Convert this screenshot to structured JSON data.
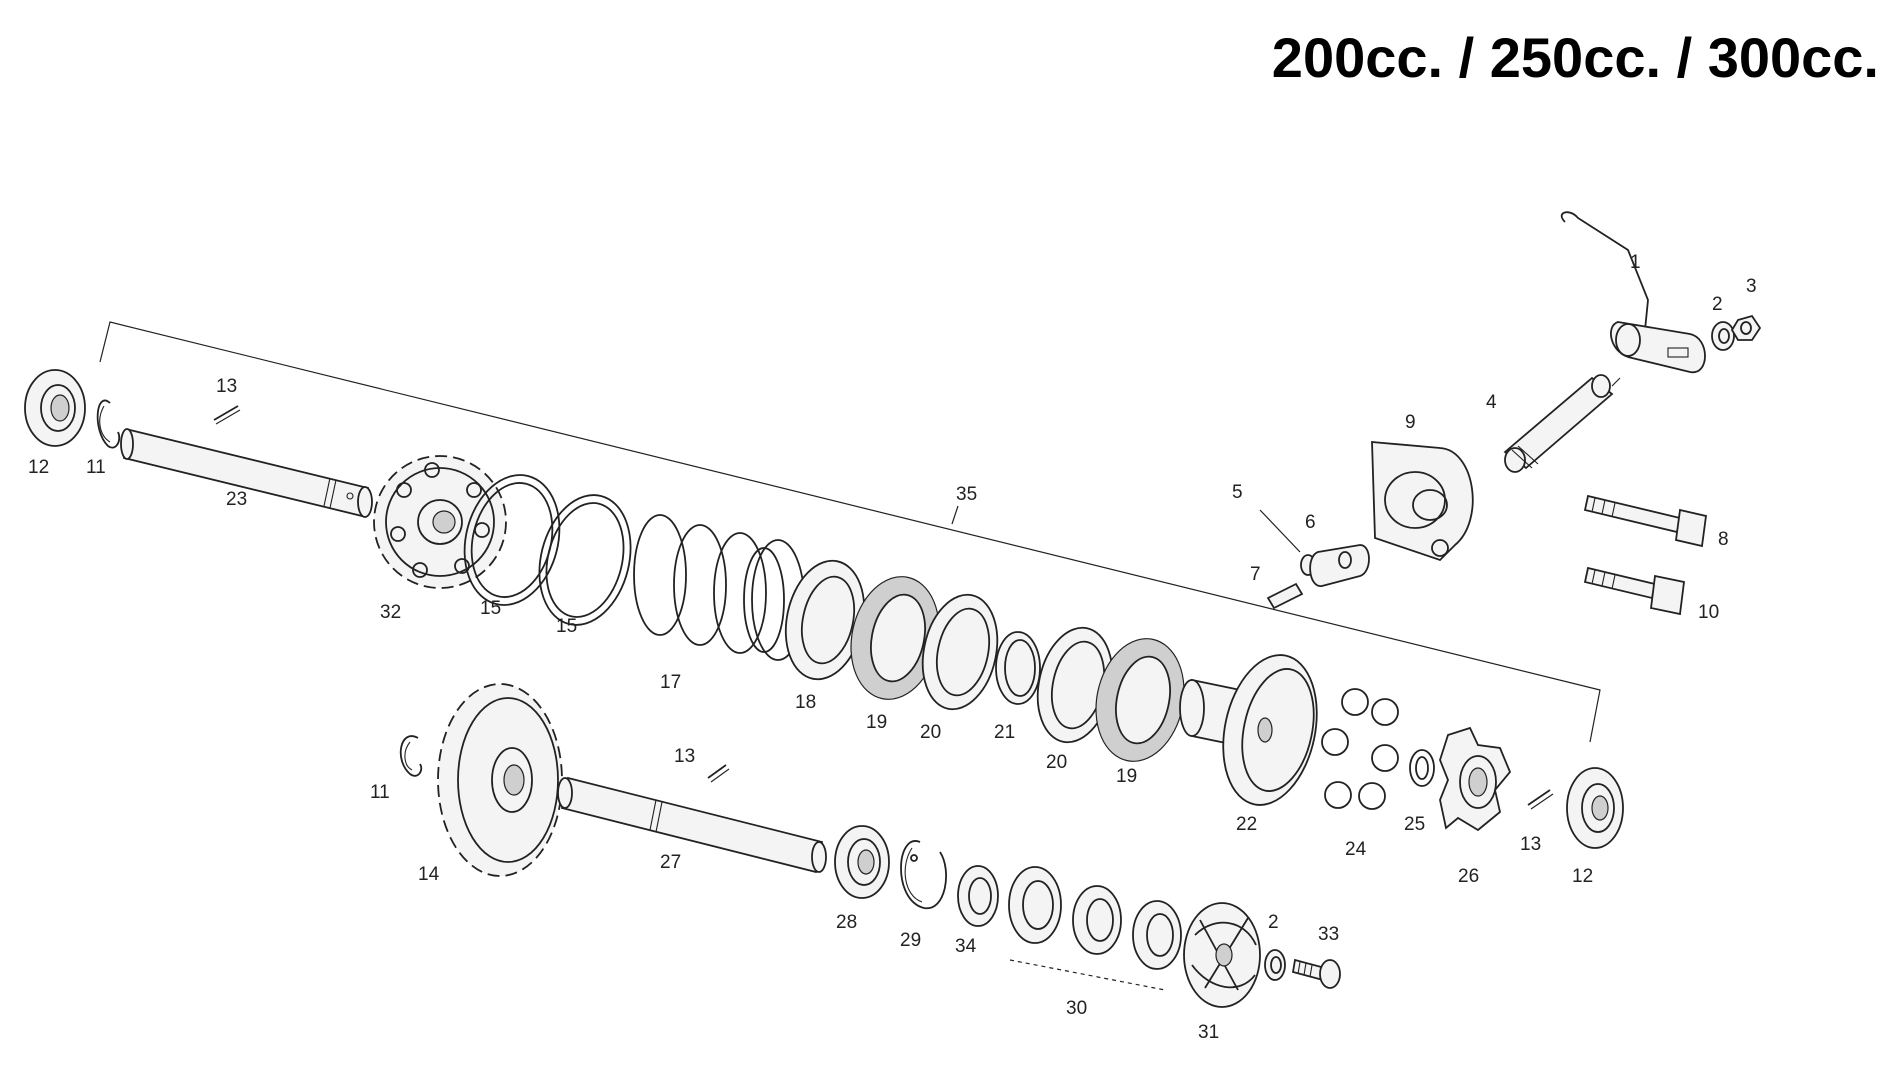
{
  "title": "200cc. / 250cc. / 300cc.",
  "labels": {
    "l1": "1",
    "l2a": "2",
    "l2b": "2",
    "l3": "3",
    "l4": "4",
    "l5": "5",
    "l6": "6",
    "l7": "7",
    "l8": "8",
    "l9": "9",
    "l10": "10",
    "l11a": "11",
    "l11b": "11",
    "l12a": "12",
    "l12b": "12",
    "l13a": "13",
    "l13b": "13",
    "l13c": "13",
    "l14": "14",
    "l15a": "15",
    "l15b": "15",
    "l17": "17",
    "l18": "18",
    "l19a": "19",
    "l19b": "19",
    "l20a": "20",
    "l20b": "20",
    "l21": "21",
    "l22": "22",
    "l23": "23",
    "l24": "24",
    "l25": "25",
    "l26": "26",
    "l27": "27",
    "l28": "28",
    "l29": "29",
    "l30": "30",
    "l31": "31",
    "l32": "32",
    "l33": "33",
    "l34": "34",
    "l35": "35"
  }
}
